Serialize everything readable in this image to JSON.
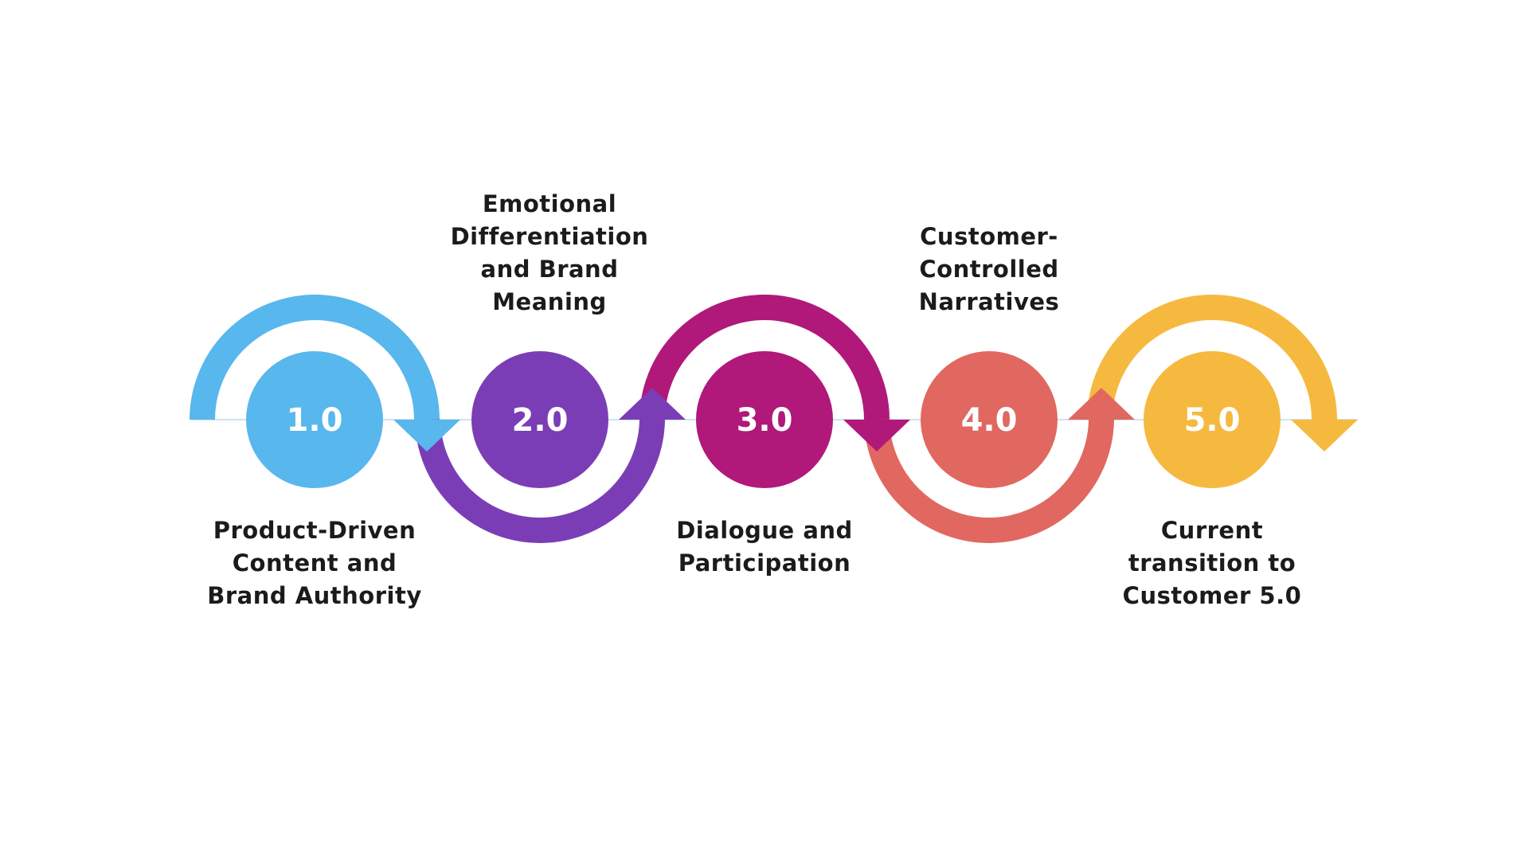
{
  "stages": [
    {
      "number": "1.0",
      "label": "Product-Driven\nContent and\nBrand Authority",
      "color": "#58b7ec"
    },
    {
      "number": "2.0",
      "label": "Emotional\nDifferentiation\nand Brand\nMeaning",
      "color": "#7b3db5"
    },
    {
      "number": "3.0",
      "label": "Dialogue and\nParticipation",
      "color": "#b0187a"
    },
    {
      "number": "4.0",
      "label": "Customer-\nControlled\nNarratives",
      "color": "#e06861"
    },
    {
      "number": "5.0",
      "label": "Current\ntransition to\nCustomer 5.0",
      "color": "#f6b93f"
    }
  ],
  "connector_line_color": "#cfe3ef"
}
